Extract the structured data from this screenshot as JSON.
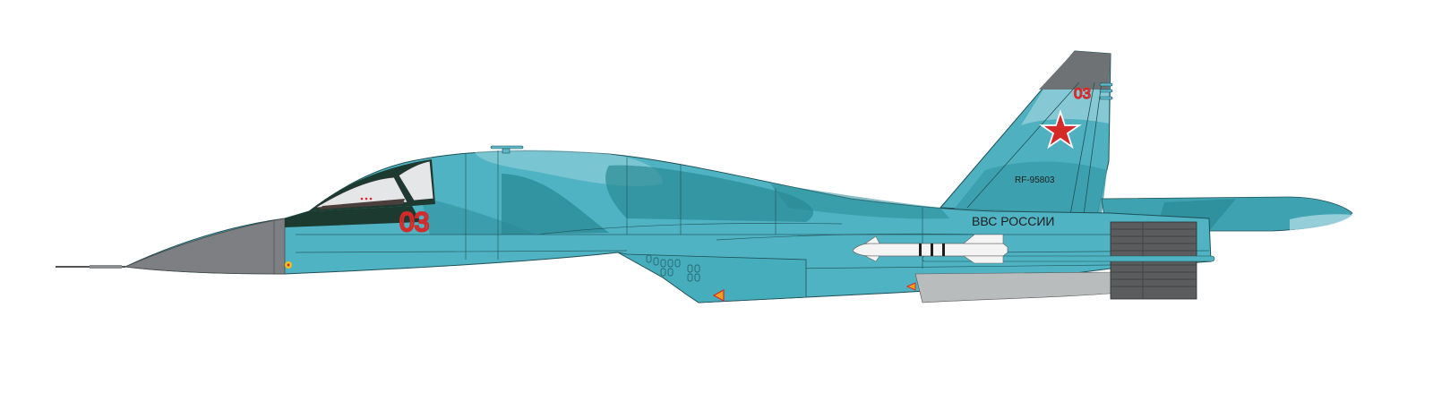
{
  "image": {
    "subject": "Side profile illustration of a twin-seat strike fighter jet in blue-teal camouflage",
    "background": "#ffffff"
  },
  "aircraft": {
    "nose_number": "03",
    "tail_number": "03",
    "registration": "RF-95803",
    "air_force_marking": "ВВС РОССИИ",
    "insignia": "red-star-icon",
    "colors": {
      "light_blue": "#5db8c9",
      "mid_teal": "#3ea2b0",
      "dark_teal": "#2a8a96",
      "pale_blue": "#9fd3de",
      "radome_grey": "#7d7f82",
      "anti_glare_green": "#1c3a30",
      "fin_tip_grey": "#6f7275",
      "nozzle_grey": "#5b5c5e",
      "bay_grey": "#b9bcbd",
      "marking_red": "#d42a2a",
      "stencil_black": "#1d1d1d",
      "missile_white": "#f4f4f4"
    }
  }
}
